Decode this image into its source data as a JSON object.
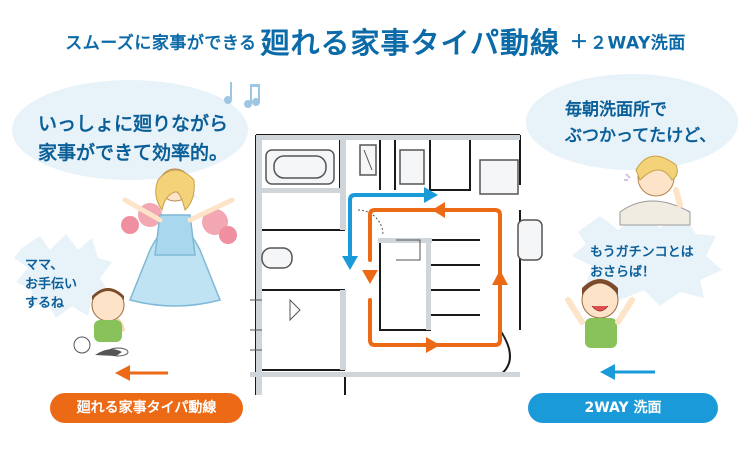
{
  "title": {
    "pre": "スムーズに家事ができる",
    "main": "廻れる家事タイパ動線",
    "plus": "＋",
    "post": "２WAY洗面"
  },
  "left_bubble": {
    "line1": "いっしょに廻りながら",
    "line2": "家事ができて効率的。"
  },
  "right_bubble": {
    "line1": "毎朝洗面所で",
    "line2": "ぶつかってたけど、"
  },
  "child_bubble": {
    "line1": "ママ、",
    "line2": "お手伝い",
    "line3": "するね"
  },
  "boy_bubble": {
    "line1": "もうガチンコとは",
    "line2": "おさらば！"
  },
  "labels": {
    "left_pill": "廻れる家事タイパ動線",
    "right_pill": "2WAY 洗面"
  },
  "colors": {
    "brand_blue": "#0b6aa8",
    "orange": "#ec6a15",
    "blue": "#1a9ad8",
    "bubble": "#e8f2f9"
  }
}
